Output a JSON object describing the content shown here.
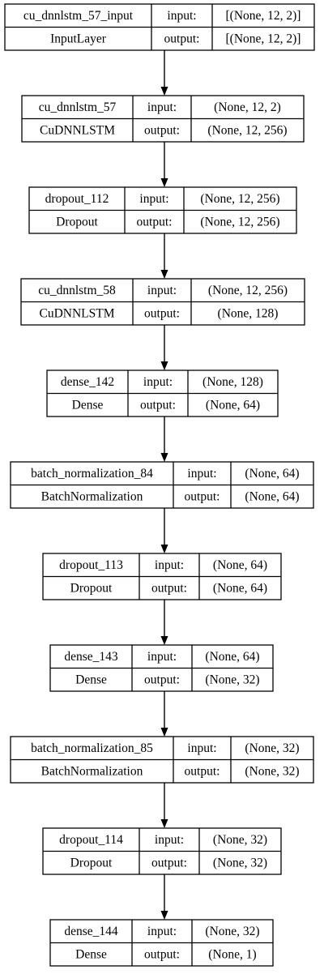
{
  "layers": [
    {
      "name": "cu_dnnlstm_57_input",
      "type": "InputLayer",
      "input_label": "input:",
      "output_label": "output:",
      "input_shape": "[(None, 12, 2)]",
      "output_shape": "[(None, 12, 2)]"
    },
    {
      "name": "cu_dnnlstm_57",
      "type": "CuDNNLSTM",
      "input_label": "input:",
      "output_label": "output:",
      "input_shape": "(None, 12, 2)",
      "output_shape": "(None, 12, 256)"
    },
    {
      "name": "dropout_112",
      "type": "Dropout",
      "input_label": "input:",
      "output_label": "output:",
      "input_shape": "(None, 12, 256)",
      "output_shape": "(None, 12, 256)"
    },
    {
      "name": "cu_dnnlstm_58",
      "type": "CuDNNLSTM",
      "input_label": "input:",
      "output_label": "output:",
      "input_shape": "(None, 12, 256)",
      "output_shape": "(None, 128)"
    },
    {
      "name": "dense_142",
      "type": "Dense",
      "input_label": "input:",
      "output_label": "output:",
      "input_shape": "(None, 128)",
      "output_shape": "(None, 64)"
    },
    {
      "name": "batch_normalization_84",
      "type": "BatchNormalization",
      "input_label": "input:",
      "output_label": "output:",
      "input_shape": "(None, 64)",
      "output_shape": "(None, 64)"
    },
    {
      "name": "dropout_113",
      "type": "Dropout",
      "input_label": "input:",
      "output_label": "output:",
      "input_shape": "(None, 64)",
      "output_shape": "(None, 64)"
    },
    {
      "name": "dense_143",
      "type": "Dense",
      "input_label": "input:",
      "output_label": "output:",
      "input_shape": "(None, 64)",
      "output_shape": "(None, 32)"
    },
    {
      "name": "batch_normalization_85",
      "type": "BatchNormalization",
      "input_label": "input:",
      "output_label": "output:",
      "input_shape": "(None, 32)",
      "output_shape": "(None, 32)"
    },
    {
      "name": "dropout_114",
      "type": "Dropout",
      "input_label": "input:",
      "output_label": "output:",
      "input_shape": "(None, 32)",
      "output_shape": "(None, 32)"
    },
    {
      "name": "dense_144",
      "type": "Dense",
      "input_label": "input:",
      "output_label": "output:",
      "input_shape": "(None, 32)",
      "output_shape": "(None, 1)"
    }
  ],
  "colors": {
    "background": "#ffffff",
    "stroke": "#000000",
    "text": "#000000"
  }
}
